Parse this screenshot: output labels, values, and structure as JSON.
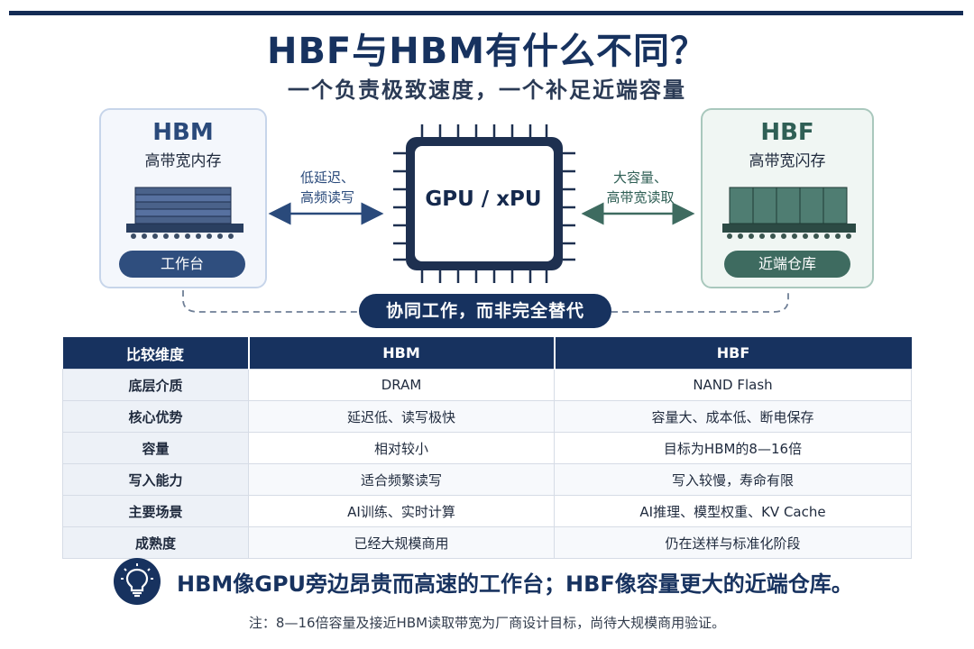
{
  "header": {
    "title": "HBF与HBM有什么不同？",
    "subtitle": "一个负责极致速度，一个补足近端容量"
  },
  "hbm_card": {
    "title": "HBM",
    "subtitle": "高带宽内存",
    "role": "工作台"
  },
  "hbf_card": {
    "title": "HBF",
    "subtitle": "高带宽闪存",
    "role": "近端仓库"
  },
  "left_link": {
    "line1": "低延迟、",
    "line2": "高频读写"
  },
  "right_link": {
    "line1": "大容量、",
    "line2": "高带宽读取"
  },
  "center": {
    "label": "GPU / xPU"
  },
  "collab_label": "协同工作，而非完全替代",
  "table": {
    "headers": [
      "比较维度",
      "HBM",
      "HBF"
    ],
    "rows": [
      [
        "底层介质",
        "DRAM",
        "NAND Flash"
      ],
      [
        "核心优势",
        "延迟低、读写极快",
        "容量大、成本低、断电保存"
      ],
      [
        "容量",
        "相对较小",
        "目标为HBM的8—16倍"
      ],
      [
        "写入能力",
        "适合频繁读写",
        "写入较慢，寿命有限"
      ],
      [
        "主要场景",
        "AI训练、实时计算",
        "AI推理、模型权重、KV Cache"
      ],
      [
        "成熟度",
        "已经大规模商用",
        "仍在送样与标准化阶段"
      ]
    ]
  },
  "summary": "HBM像GPU旁边昂贵而高速的工作台；HBF像容量更大的近端仓库。",
  "note": "注：8—16倍容量及接近HBM读取带宽为厂商设计目标，尚待大规模商用验证。",
  "icons": {
    "summary": "lightbulb-icon"
  },
  "colors": {
    "navy": "#17325f",
    "hbm_blue": "#2f4e7e",
    "hbf_green": "#3e6b60"
  }
}
